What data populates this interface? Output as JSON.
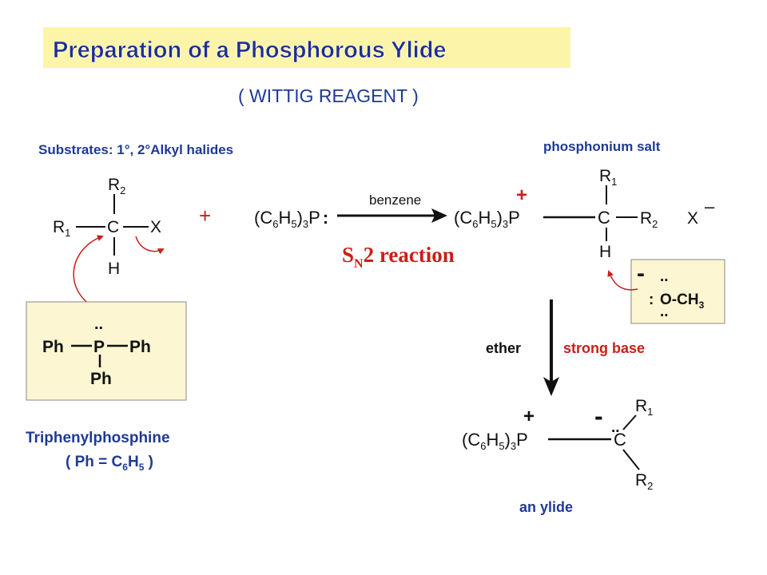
{
  "title": "Preparation of a Phosphorous Ylide",
  "subtitle": "( WITTIG REAGENT )",
  "substrates_label": "Substrates: 1°,  2°Alkyl halides",
  "phosphonium_label": "phosphonium salt",
  "reaction_conditions": {
    "solvent": "benzene",
    "mechanism_main": "S",
    "mechanism_sub": "N",
    "mechanism_rest": "2 reaction"
  },
  "alkyl_halide": {
    "r1_main": "R",
    "r1_sub": "1",
    "r2_main": "R",
    "r2_sub": "2",
    "carbon": "C",
    "leaving_group": "X",
    "hydrogen": "H"
  },
  "plus_sign": "+",
  "phosphine_formula": {
    "c": "(C",
    "c_sub": "6",
    "h": "H",
    "h_sub": "5",
    "close": ")",
    "close_sub": "3",
    "p": "P",
    "lone_pair": ":"
  },
  "triphenylphosphine_box": {
    "ph_left": "Ph",
    "p": "P",
    "ph_right": "Ph",
    "ph_bottom": "Ph",
    "lone_pair": ".."
  },
  "triphenylphosphine_label": "Triphenylphosphine",
  "triphenylphosphine_note": {
    "open": "( Ph = C",
    "c_sub": "6",
    "h": "H",
    "h_sub": "5",
    "close": " )"
  },
  "salt": {
    "charge": "+",
    "p": "P",
    "carbon": "C",
    "r1_main": "R",
    "r1_sub": "1",
    "r2_main": "R",
    "r2_sub": "2",
    "hydrogen": "H",
    "counterion": "X",
    "counterion_charge": "–"
  },
  "methoxide": {
    "charge": "-",
    "lone_top": "..",
    "lone_left": ":",
    "formula": "O-CH",
    "formula_sub": "3",
    "lone_bottom": ".."
  },
  "step2": {
    "solvent": "ether",
    "base": "strong base"
  },
  "ylide": {
    "p_charge": "+",
    "c_charge": "-",
    "lone_pair": "..",
    "p": "P",
    "carbon": "C",
    "r1_main": "R",
    "r1_sub": "1",
    "r2_main": "R",
    "r2_sub": "2"
  },
  "ylide_label": "an ylide",
  "colors": {
    "title_bg": "#fcf4a8",
    "title_text": "#1e2f8c",
    "navy": "#1f3a93",
    "red": "#c8201a",
    "box_bg": "#fdf6d2"
  }
}
